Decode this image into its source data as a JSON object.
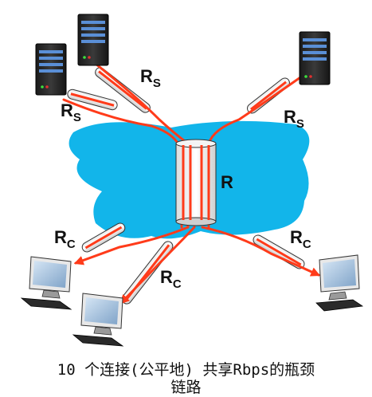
{
  "labels": {
    "server_link_1": {
      "main": "R",
      "sub": "S"
    },
    "server_link_2": {
      "main": "R",
      "sub": "S"
    },
    "server_link_3": {
      "main": "R",
      "sub": "S"
    },
    "bottleneck": "R",
    "client_link_1": {
      "main": "R",
      "sub": "C"
    },
    "client_link_2": {
      "main": "R",
      "sub": "C"
    },
    "client_link_3": {
      "main": "R",
      "sub": "C"
    }
  },
  "caption_line1": "10 个连接(公平地) 共享Rbps的瓶颈",
  "caption_line2": "链路",
  "colors": {
    "cloud": "#12b5ea",
    "flow": "#ff3b1a",
    "pipe_outline": "#333333"
  },
  "icons": [
    "server-icon",
    "server-icon",
    "server-icon",
    "computer-icon",
    "computer-icon",
    "computer-icon"
  ]
}
